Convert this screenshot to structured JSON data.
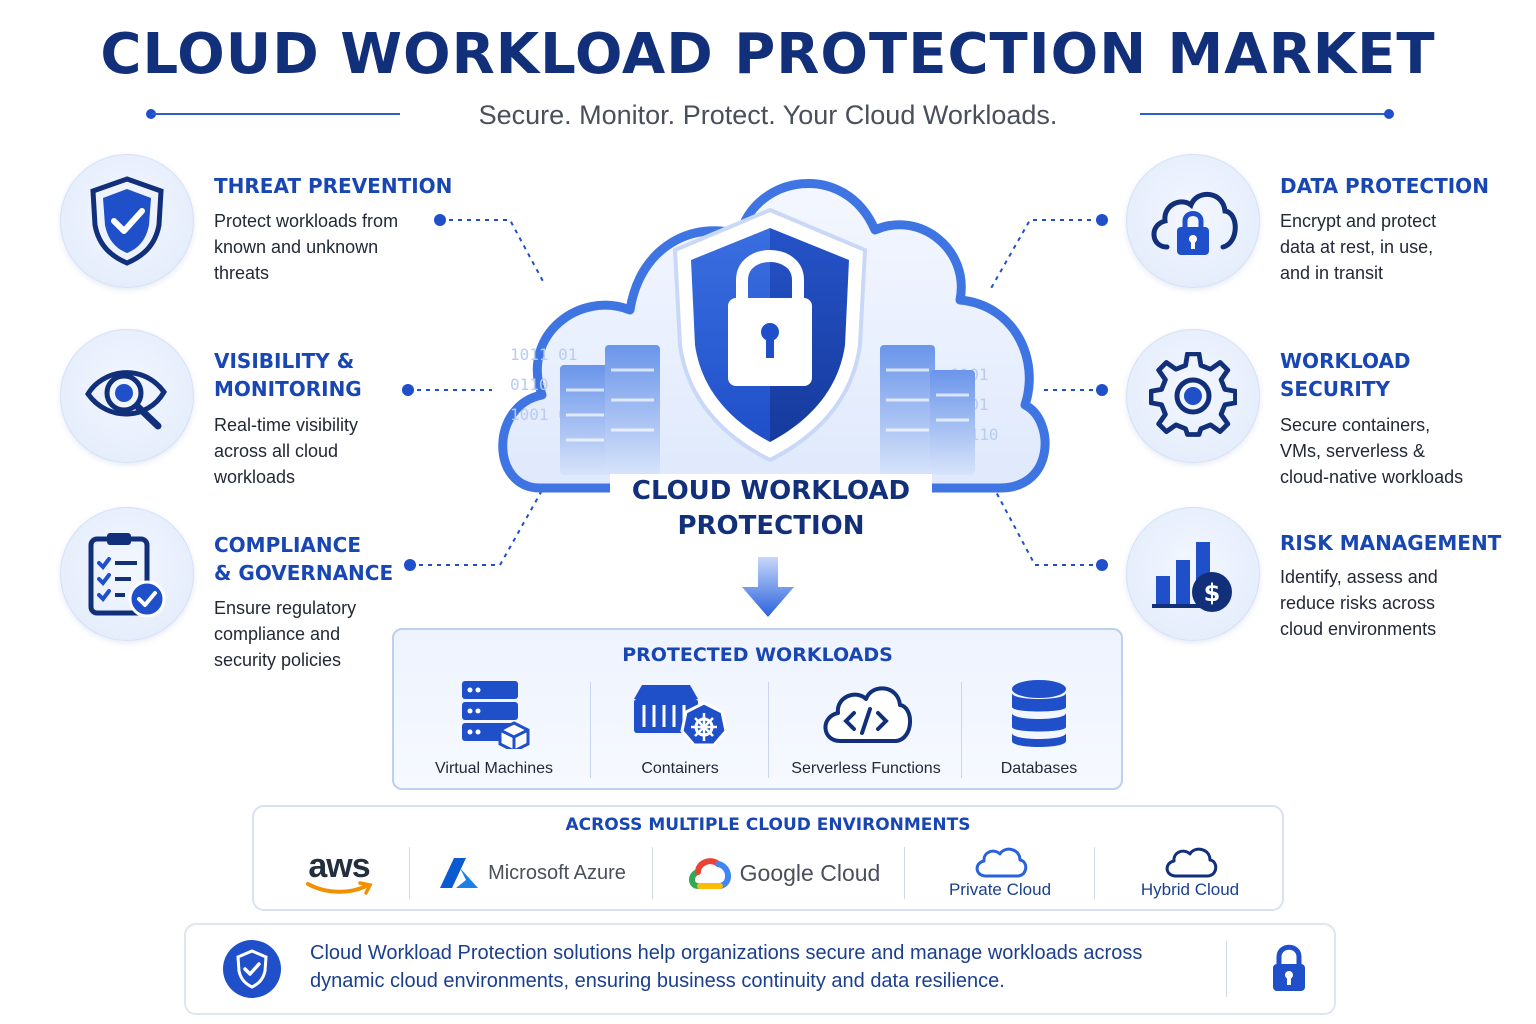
{
  "header": {
    "title": "CLOUD WORKLOAD PROTECTION MARKET",
    "subtitle": "Secure. Monitor. Protect. Your Cloud Workloads."
  },
  "center": {
    "label_line1": "CLOUD WORKLOAD",
    "label_line2": "PROTECTION"
  },
  "features_left": [
    {
      "title_lines": [
        "THREAT PREVENTION"
      ],
      "desc_lines": [
        "Protect workloads from",
        "known and unknown",
        "threats"
      ],
      "icon": "shield-check-icon"
    },
    {
      "title_lines": [
        "VISIBILITY &",
        "MONITORING"
      ],
      "desc_lines": [
        "Real-time visibility",
        "across all cloud",
        "workloads"
      ],
      "icon": "eye-magnifier-icon"
    },
    {
      "title_lines": [
        "COMPLIANCE",
        "& GOVERNANCE"
      ],
      "desc_lines": [
        "Ensure regulatory",
        "compliance and",
        "security policies"
      ],
      "icon": "clipboard-check-icon"
    }
  ],
  "features_right": [
    {
      "title_lines": [
        "DATA PROTECTION"
      ],
      "desc_lines": [
        "Encrypt and protect",
        "data at rest, in use,",
        "and in transit"
      ],
      "icon": "cloud-lock-icon"
    },
    {
      "title_lines": [
        "WORKLOAD",
        "SECURITY"
      ],
      "desc_lines": [
        "Secure containers,",
        "VMs, serverless &",
        "cloud-native workloads"
      ],
      "icon": "gear-icon"
    },
    {
      "title_lines": [
        "RISK MANAGEMENT"
      ],
      "desc_lines": [
        "Identify, assess and",
        "reduce risks across",
        "cloud environments"
      ],
      "icon": "bar-chart-dollar-icon"
    }
  ],
  "workloads": {
    "title": "PROTECTED WORKLOADS",
    "items": [
      {
        "label": "Virtual Machines",
        "icon": "server-cube-icon"
      },
      {
        "label": "Containers",
        "icon": "container-kubernetes-icon"
      },
      {
        "label": "Serverless Functions",
        "icon": "cloud-code-icon"
      },
      {
        "label": "Databases",
        "icon": "database-icon"
      }
    ]
  },
  "environments": {
    "title": "ACROSS MULTIPLE CLOUD ENVIRONMENTS",
    "items": [
      {
        "label": "aws",
        "icon": "aws-smile-icon"
      },
      {
        "label": "Microsoft Azure",
        "icon": "azure-logo-icon"
      },
      {
        "label": "Google Cloud",
        "icon": "google-cloud-logo-icon"
      },
      {
        "label": "Private Cloud",
        "icon": "cloud-outline-icon"
      },
      {
        "label": "Hybrid Cloud",
        "icon": "cloud-outline-icon"
      }
    ]
  },
  "footer": {
    "line1": "Cloud Workload Protection solutions help organizations secure and manage workloads across",
    "line2": "dynamic cloud environments, ensuring business continuity and data resilience."
  },
  "colors": {
    "primary": "#1f4fc9",
    "dark_navy": "#12307a",
    "accent_blue": "#1846b3",
    "light_blue": "#e6eefc"
  }
}
